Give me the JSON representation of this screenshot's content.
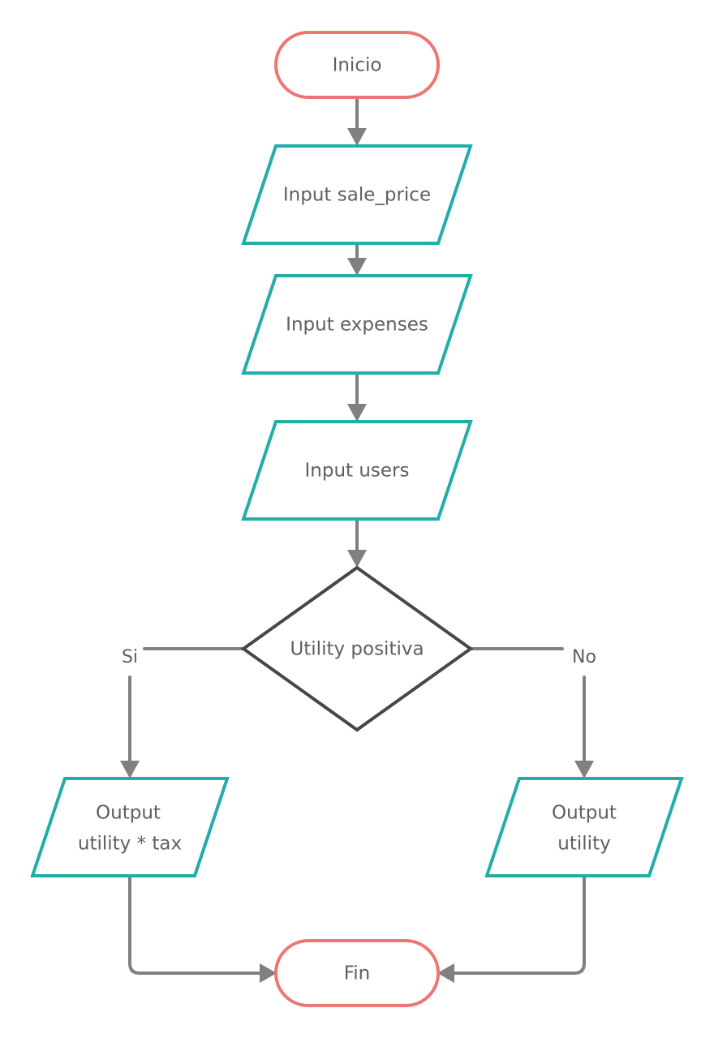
{
  "diagram": {
    "colors": {
      "terminal_stroke": "#ee7571",
      "io_stroke": "#22ada9",
      "decision_stroke": "#474747",
      "connector": "#808080",
      "text": "#5f5f5f",
      "background": "#ffffff"
    },
    "nodes": {
      "start": {
        "label": "Inicio",
        "shape": "terminal"
      },
      "input_sale_price": {
        "label": "Input sale_price",
        "shape": "parallelogram"
      },
      "input_expenses": {
        "label": "Input expenses",
        "shape": "parallelogram"
      },
      "input_users": {
        "label": "Input users",
        "shape": "parallelogram"
      },
      "decision": {
        "label": "Utility positiva",
        "shape": "diamond"
      },
      "output_taxed": {
        "line1": "Output",
        "line2": "utility * tax",
        "shape": "parallelogram"
      },
      "output_plain": {
        "line1": "Output",
        "line2": "utility",
        "shape": "parallelogram"
      },
      "end": {
        "label": "Fin",
        "shape": "terminal"
      }
    },
    "branches": {
      "yes": "Si",
      "no": "No"
    },
    "edges": [
      {
        "from": "start",
        "to": "input_sale_price"
      },
      {
        "from": "input_sale_price",
        "to": "input_expenses"
      },
      {
        "from": "input_expenses",
        "to": "input_users"
      },
      {
        "from": "input_users",
        "to": "decision"
      },
      {
        "from": "decision",
        "to": "output_taxed",
        "label": "Si"
      },
      {
        "from": "decision",
        "to": "output_plain",
        "label": "No"
      },
      {
        "from": "output_taxed",
        "to": "end"
      },
      {
        "from": "output_plain",
        "to": "end"
      }
    ]
  }
}
